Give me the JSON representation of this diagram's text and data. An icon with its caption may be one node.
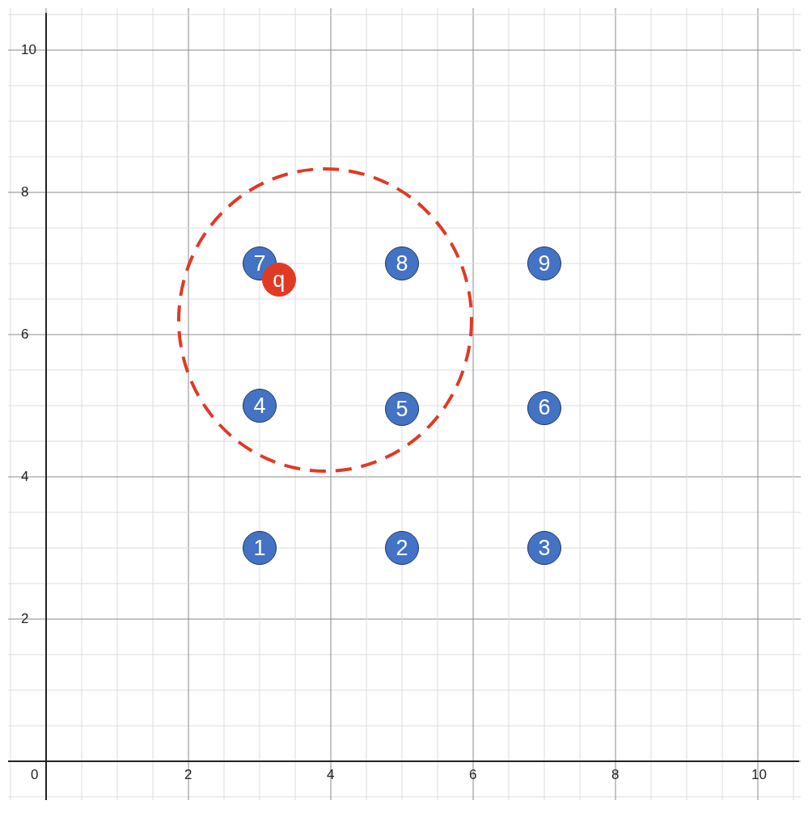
{
  "diagram": {
    "nodes": [
      {
        "text": [
          "7"
        ]
      },
      {
        "text": [
          "q"
        ]
      },
      {
        "text": [
          "8"
        ]
      },
      {
        "text": [
          "9"
        ]
      },
      {
        "text": [
          "4"
        ]
      },
      {
        "text": [
          "5"
        ]
      },
      {
        "text": [
          "6"
        ]
      },
      {
        "text": [
          "1"
        ]
      },
      {
        "text": [
          "2"
        ]
      },
      {
        "text": [
          "3"
        ]
      }
    ],
    "edges": [],
    "labels": [
      "10",
      "8",
      "6",
      "4",
      "2",
      "0",
      "2",
      "4",
      "6",
      "8",
      "10"
    ]
  }
}
